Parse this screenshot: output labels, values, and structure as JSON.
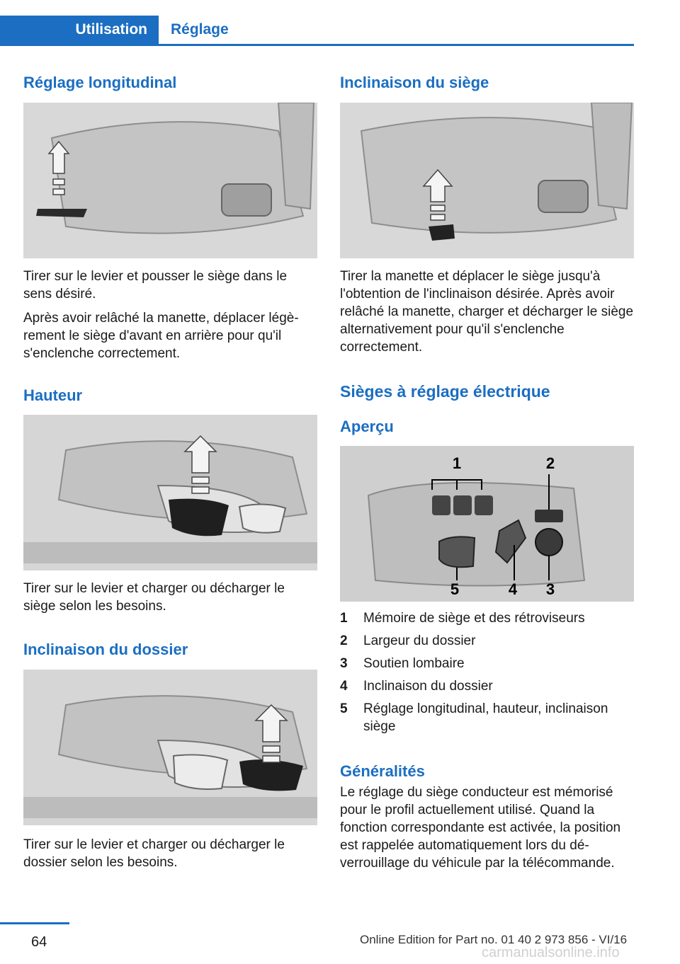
{
  "header": {
    "tab_active": "Utilisation",
    "tab_inactive": "Réglage"
  },
  "left": {
    "sec1": {
      "title": "Réglage longitudinal",
      "p1": "Tirer sur le levier et pousser le siège dans le sens désiré.",
      "p2": "Après avoir relâché la manette, déplacer légè­rement le siège d'avant en arrière pour qu'il s'enclenche correctement."
    },
    "sec2": {
      "title": "Hauteur",
      "p1": "Tirer sur le levier et charger ou décharger le siège selon les besoins."
    },
    "sec3": {
      "title": "Inclinaison du dossier",
      "p1": "Tirer sur le levier et charger ou décharger le dossier selon les besoins."
    }
  },
  "right": {
    "sec1": {
      "title": "Inclinaison du siège",
      "p1": "Tirer la manette et déplacer le siège jusqu'à l'obtention de l'inclinaison désirée. Après avoir relâché la manette, charger et décharger le siège alternativement pour qu'il s'enclenche correctement."
    },
    "sec2": {
      "title": "Sièges à réglage électrique"
    },
    "sec3": {
      "title": "Aperçu"
    },
    "figure_labels": {
      "l1": "1",
      "l2": "2",
      "l3": "3",
      "l4": "4",
      "l5": "5"
    },
    "items": [
      {
        "num": "1",
        "text": "Mémoire de siège et des rétroviseurs"
      },
      {
        "num": "2",
        "text": "Largeur du dossier"
      },
      {
        "num": "3",
        "text": "Soutien lombaire"
      },
      {
        "num": "4",
        "text": "Inclinaison du dossier"
      },
      {
        "num": "5",
        "text": "Réglage longitudinal, hauteur, inclinaison siège"
      }
    ],
    "sec4": {
      "title": "Généralités",
      "p1": "Le réglage du siège conducteur est mémorisé pour le profil actuellement utilisé. Quand la fonction correspondante est activée, la posi­tion est rappelée automatiquement lors du dé­verrouillage du véhicule par la télécommande."
    }
  },
  "footer": {
    "page": "64",
    "edition": "Online Edition for Part no. 01 40 2 973 856 - VI/16",
    "watermark": "carmanualsonline.info"
  }
}
